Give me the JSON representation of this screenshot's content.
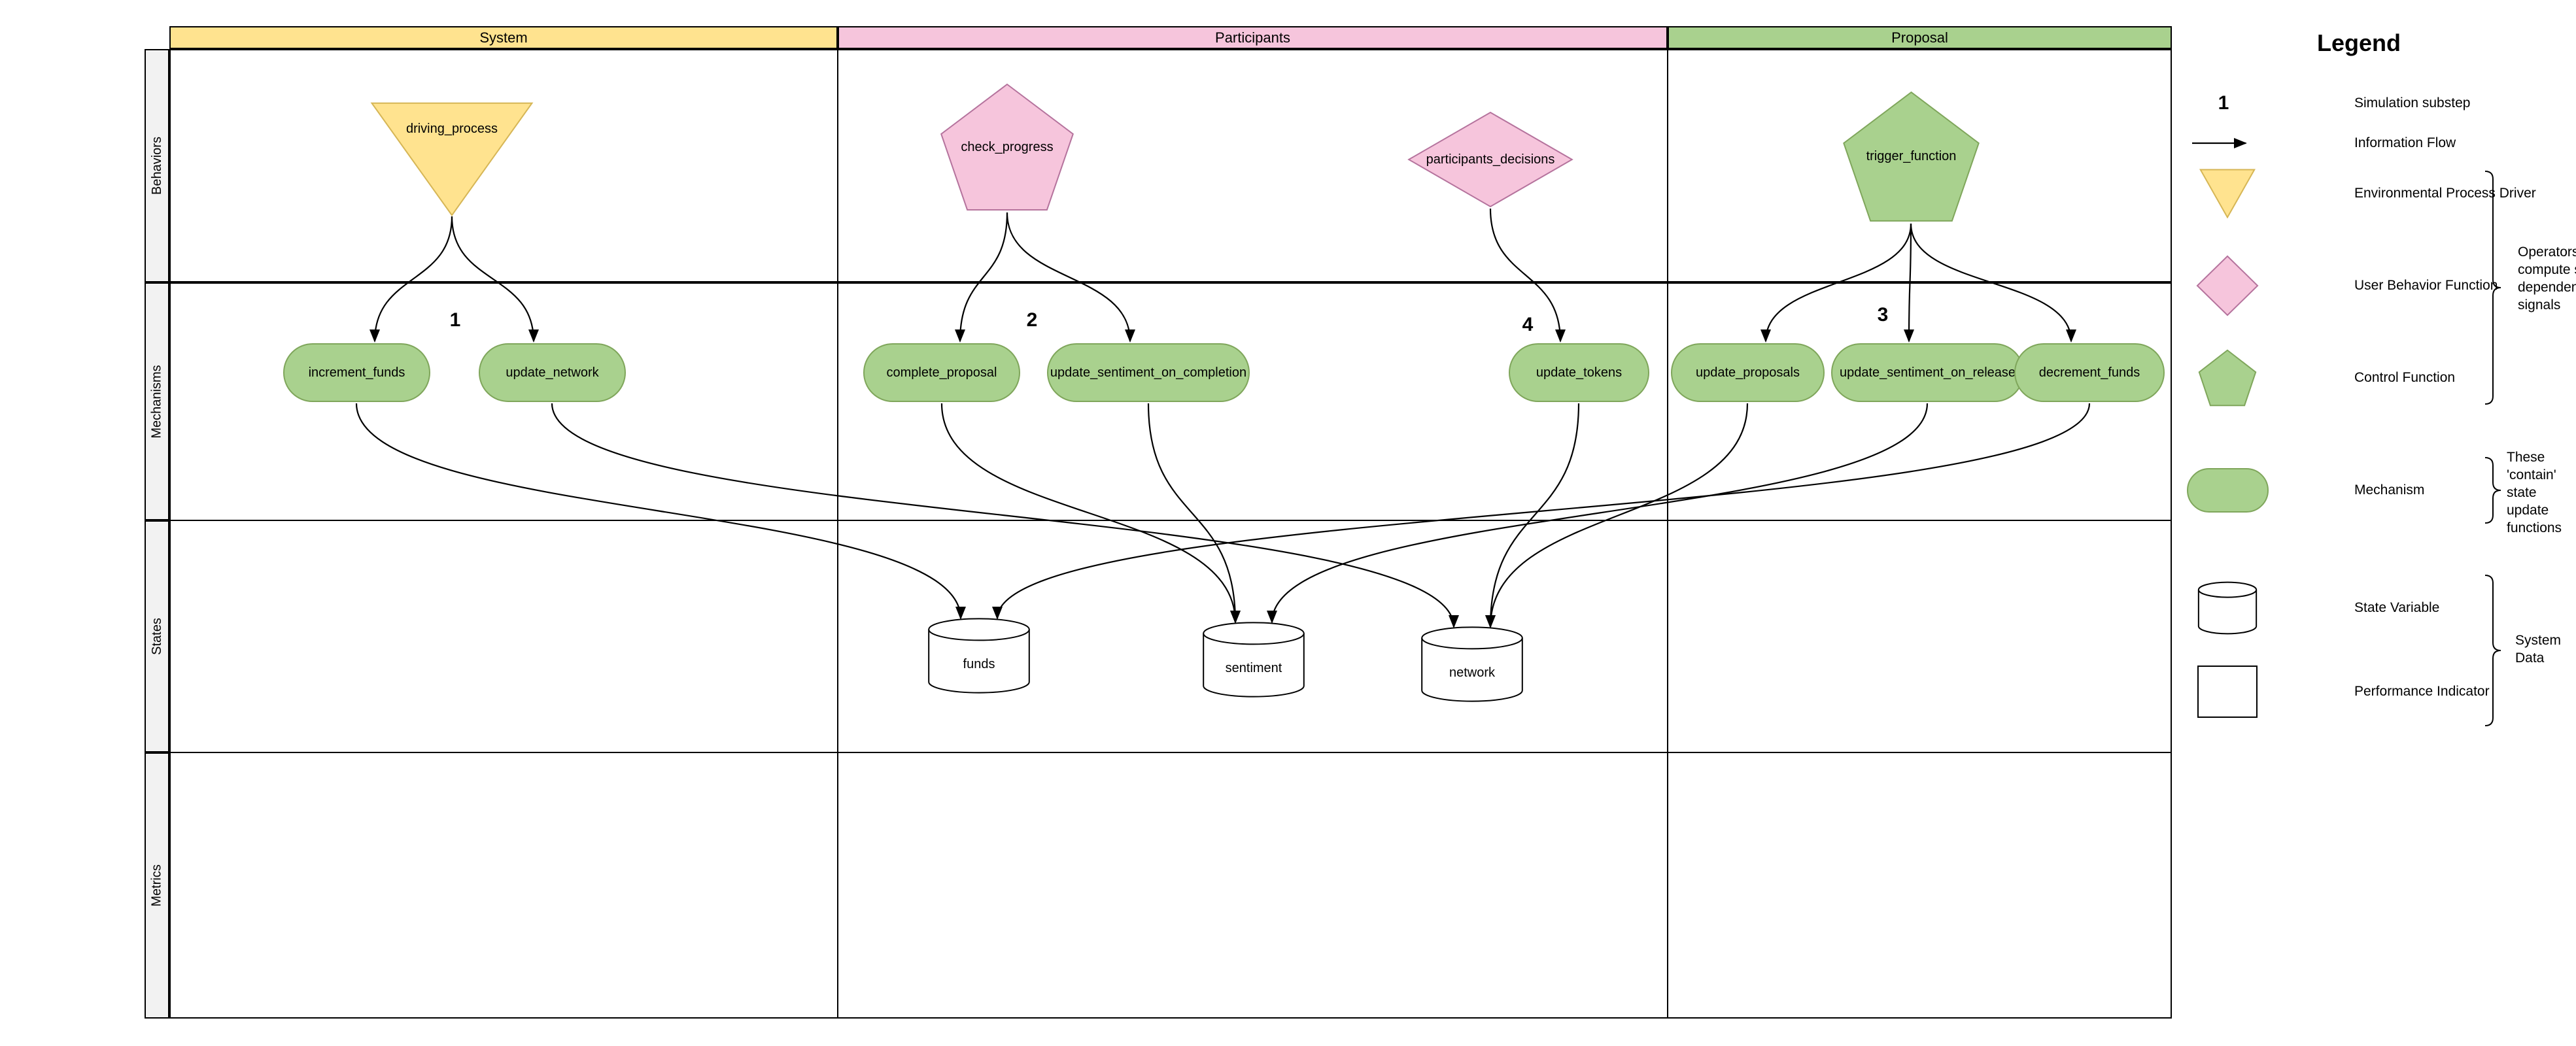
{
  "colors": {
    "yellow": "#FFE38F",
    "yellowStroke": "#D6B656",
    "pink": "#F6C5DC",
    "pinkStroke": "#B5739D",
    "green": "#A9D18E",
    "greenStroke": "#7FA65B",
    "stripGray": "#F2F2F2",
    "white": "#FFFFFF"
  },
  "diagram": {
    "columns": [
      {
        "label": "System"
      },
      {
        "label": "Participants"
      },
      {
        "label": "Proposal"
      }
    ],
    "rows": [
      {
        "label": "Behaviors"
      },
      {
        "label": "Mechanisms"
      },
      {
        "label": "States"
      },
      {
        "label": "Metrics"
      }
    ],
    "substeps": [
      {
        "label": "1"
      },
      {
        "label": "2"
      },
      {
        "label": "4"
      },
      {
        "label": "3"
      }
    ],
    "nodes": {
      "driving_process": {
        "label": "driving_process"
      },
      "check_progress": {
        "label": "check_progress"
      },
      "participants_decisions": {
        "label": "participants_decisions"
      },
      "trigger_function": {
        "label": "trigger_function"
      },
      "increment_funds": {
        "label": "increment_funds"
      },
      "update_network": {
        "label": "update_network"
      },
      "complete_proposal": {
        "label": "complete_proposal"
      },
      "update_sentiment_on_completion": {
        "label": "update_sentiment_on_completion"
      },
      "update_tokens": {
        "label": "update_tokens"
      },
      "update_proposals": {
        "label": "update_proposals"
      },
      "update_sentiment_on_release": {
        "label": "update_sentiment_on_release"
      },
      "decrement_funds": {
        "label": "decrement_funds"
      },
      "funds": {
        "label": "funds"
      },
      "sentiment": {
        "label": "sentiment"
      },
      "network": {
        "label": "network"
      }
    },
    "edges": [
      {
        "from": "driving_process",
        "to": "increment_funds"
      },
      {
        "from": "driving_process",
        "to": "update_network"
      },
      {
        "from": "check_progress",
        "to": "complete_proposal"
      },
      {
        "from": "check_progress",
        "to": "update_sentiment_on_completion"
      },
      {
        "from": "participants_decisions",
        "to": "update_tokens"
      },
      {
        "from": "trigger_function",
        "to": "update_proposals"
      },
      {
        "from": "trigger_function",
        "to": "update_sentiment_on_release"
      },
      {
        "from": "trigger_function",
        "to": "decrement_funds"
      },
      {
        "from": "increment_funds",
        "to": "funds"
      },
      {
        "from": "update_network",
        "to": "network"
      },
      {
        "from": "complete_proposal",
        "to": "sentiment"
      },
      {
        "from": "update_sentiment_on_completion",
        "to": "sentiment"
      },
      {
        "from": "update_tokens",
        "to": "network"
      },
      {
        "from": "update_proposals",
        "to": "network"
      },
      {
        "from": "update_sentiment_on_release",
        "to": "sentiment"
      },
      {
        "from": "decrement_funds",
        "to": "funds"
      }
    ]
  },
  "legend": {
    "title": "Legend",
    "items": [
      {
        "glyph": "1",
        "label": "Simulation substep"
      },
      {
        "label": "Information Flow"
      },
      {
        "label": "Environmental Process Driver"
      },
      {
        "label": "User Behavior Function"
      },
      {
        "label": "Control Function"
      },
      {
        "label": "Mechanism"
      },
      {
        "label": "State Variable"
      },
      {
        "label": "Performance Indicator"
      }
    ],
    "annotations": [
      {
        "text": "Operators which compute state dependent signals"
      },
      {
        "text": "These 'contain' state update functions"
      },
      {
        "text": "System Data"
      }
    ]
  }
}
